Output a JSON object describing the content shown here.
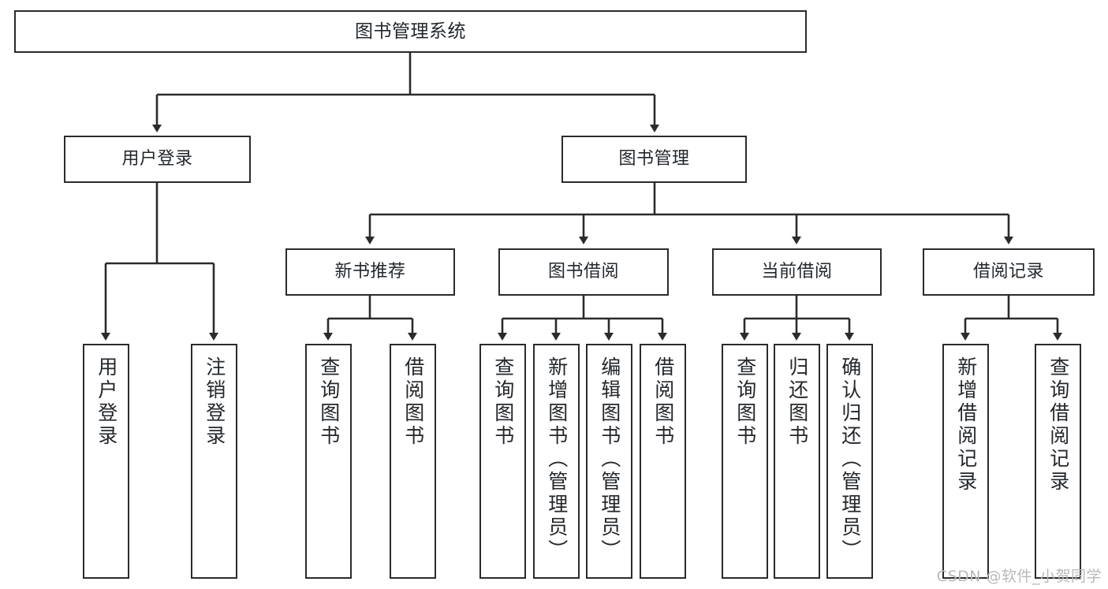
{
  "diagram": {
    "title": "图书管理系统",
    "type": "tree-hierarchy-chart",
    "watermark": "CSDN @软件_小贺同学",
    "colors": {
      "box_border": "#2b2b2b",
      "box_fill": "#ffffff",
      "edge": "#2b2b2b",
      "text": "#23272b",
      "watermark": "#b9b9b9",
      "background": "#ffffff"
    },
    "nodes": {
      "root": {
        "label": "图书管理系统"
      },
      "level2": [
        {
          "id": "user-login",
          "label": "用户登录"
        },
        {
          "id": "book-manage",
          "label": "图书管理"
        }
      ],
      "level3": [
        {
          "id": "new-book-rec",
          "label": "新书推荐"
        },
        {
          "id": "book-borrow",
          "label": "图书借阅"
        },
        {
          "id": "current-borrow",
          "label": "当前借阅"
        },
        {
          "id": "borrow-record",
          "label": "借阅记录"
        }
      ],
      "leaves": {
        "user-login": [
          {
            "id": "leaf-user-login",
            "label": "用户登录"
          },
          {
            "id": "leaf-logout-login",
            "label": "注销登录"
          }
        ],
        "new-book-rec": [
          {
            "id": "leaf-query-book-1",
            "label": "查询图书"
          },
          {
            "id": "leaf-borrow-book-1",
            "label": "借阅图书"
          }
        ],
        "book-borrow": [
          {
            "id": "leaf-query-book-2",
            "label": "查询图书"
          },
          {
            "id": "leaf-add-book",
            "label": "新增图书（管理员）"
          },
          {
            "id": "leaf-edit-book",
            "label": "编辑图书（管理员）"
          },
          {
            "id": "leaf-borrow-book-2",
            "label": "借阅图书"
          }
        ],
        "current-borrow": [
          {
            "id": "leaf-query-book-3",
            "label": "查询图书"
          },
          {
            "id": "leaf-return-book",
            "label": "归还图书"
          },
          {
            "id": "leaf-confirm-return",
            "label": "确认归还（管理员）"
          }
        ],
        "borrow-record": [
          {
            "id": "leaf-add-record",
            "label": "新增借阅记录"
          },
          {
            "id": "leaf-query-record",
            "label": "查询借阅记录"
          }
        ]
      }
    }
  }
}
